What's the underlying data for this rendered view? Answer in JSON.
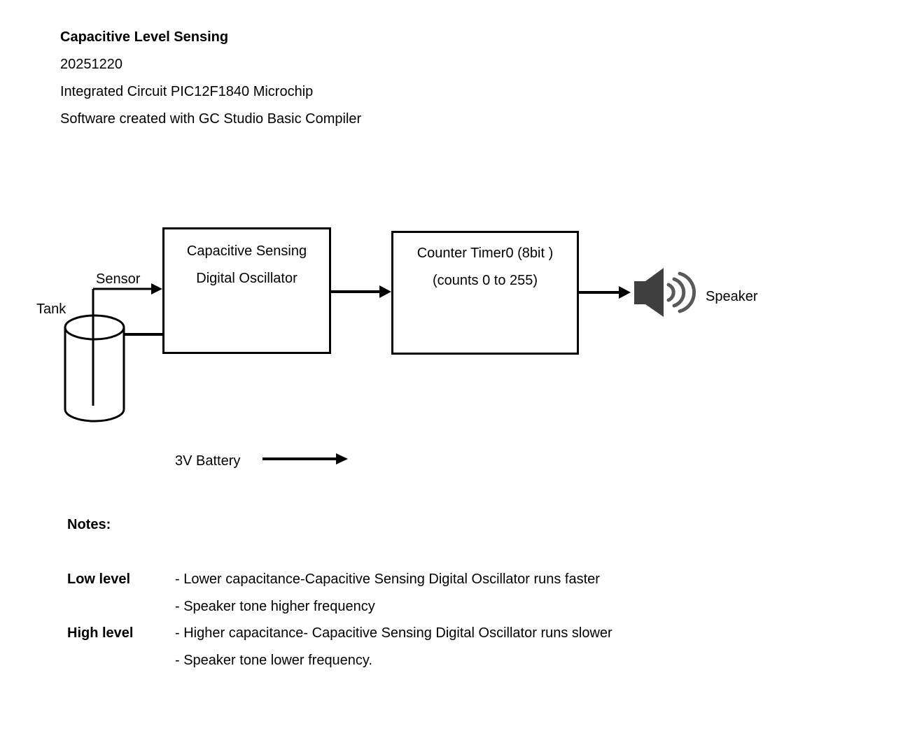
{
  "header": {
    "title": "Capacitive Level Sensing",
    "lines": [
      "20251220",
      "Integrated Circuit PIC12F1840 Microchip",
      "Software created with GC Studio Basic Compiler"
    ]
  },
  "diagram": {
    "tank_label": "Tank",
    "sensor_label": "Sensor",
    "oscillator_box": {
      "line1": "Capacitive Sensing",
      "line2": "Digital Oscillator"
    },
    "counter_box": {
      "line1": "Counter Timer0 (8bit )",
      "line2": "(counts 0 to 255)"
    },
    "speaker_label": "Speaker",
    "battery_label": "3V Battery",
    "colors": {
      "line": "#000000",
      "speaker_body": "#3f3f3f",
      "speaker_waves": "#595959"
    }
  },
  "notes": {
    "heading": "Notes:",
    "rows": [
      {
        "label": "Low level",
        "lines": [
          "- Lower capacitance-Capacitive Sensing Digital Oscillator runs faster",
          "- Speaker tone higher frequency"
        ]
      },
      {
        "label": "High level",
        "lines": [
          "- Higher capacitance- Capacitive Sensing Digital Oscillator runs slower",
          "- Speaker tone lower frequency."
        ]
      }
    ]
  }
}
